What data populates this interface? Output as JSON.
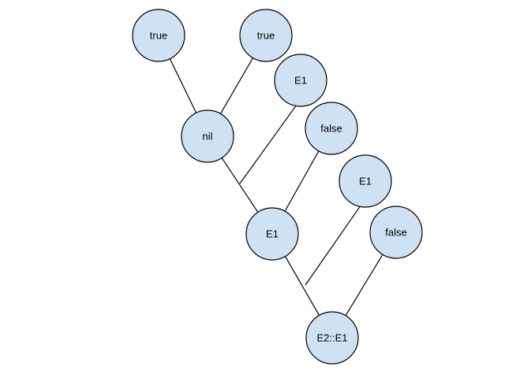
{
  "diagram": {
    "node_fill": "#cfe2f3",
    "node_stroke": "#000000",
    "nodes": [
      {
        "id": "n_true_left",
        "label": "true"
      },
      {
        "id": "n_true_right",
        "label": "true"
      },
      {
        "id": "n_nil",
        "label": "nil"
      },
      {
        "id": "n_e1_top",
        "label": "E1"
      },
      {
        "id": "n_false_top",
        "label": "false"
      },
      {
        "id": "n_e1_mid",
        "label": "E1"
      },
      {
        "id": "n_e1_right",
        "label": "E1"
      },
      {
        "id": "n_false_right",
        "label": "false"
      },
      {
        "id": "n_e2e1",
        "label": "E2::E1"
      }
    ],
    "edges": [
      {
        "from": "n_true_left",
        "to": "n_nil"
      },
      {
        "from": "n_true_right",
        "to": "n_nil"
      },
      {
        "from": "n_nil",
        "to": "n_e1_mid"
      },
      {
        "from": "n_e1_top",
        "to": "n_e1_mid",
        "style": "partial"
      },
      {
        "from": "n_false_top",
        "to": "n_e1_mid"
      },
      {
        "from": "n_e1_mid",
        "to": "n_e2e1"
      },
      {
        "from": "n_e1_right",
        "to": "n_e2e1",
        "style": "partial"
      },
      {
        "from": "n_false_right",
        "to": "n_e2e1"
      }
    ]
  }
}
